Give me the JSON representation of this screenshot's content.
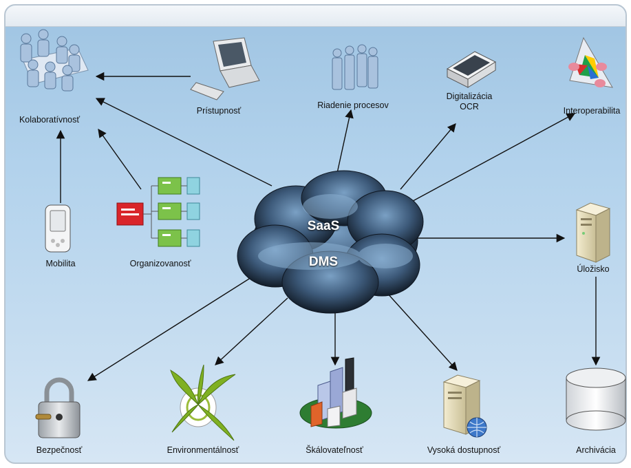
{
  "cloud": {
    "line1": "SaaS",
    "line2": "DMS"
  },
  "nodes": {
    "kolaborativnost": "Kolaboratívnosť",
    "pristupnost": "Prístupnosť",
    "riadenie": "Riadenie procesov",
    "digitalizacia_1": "Digitalizácia",
    "digitalizacia_2": "OCR",
    "interoperabilita": "Interoperabilita",
    "mobilita": "Mobilita",
    "organizovanost": "Organizovanosť",
    "ulozisko": "Úložisko",
    "bezpecnost": "Bezpečnosť",
    "environmentalnost": "Environmentálnosť",
    "skalovatelnost": "Škálovateľnosť",
    "vysoka_dostupnost": "Vysoká dostupnosť",
    "archivacia": "Archivácia"
  },
  "icons": [
    "meeting-people-icon",
    "computer-workstation-icon",
    "people-group-icon",
    "scanner-icon",
    "interoperability-prism-icon",
    "pda-mobile-icon",
    "org-chart-icon",
    "server-icon",
    "padlock-icon",
    "plant-icon",
    "city-buildings-icon",
    "web-server-icon",
    "database-cylinder-icon"
  ],
  "colors": {
    "sky": "#b2d2ec",
    "cloud_dark": "#1c2a3c",
    "cloud_light": "#6f94b8",
    "arrow": "#111111",
    "org_red": "#d9252a",
    "org_green": "#7cc24a",
    "org_cyan": "#8fd3e0"
  }
}
